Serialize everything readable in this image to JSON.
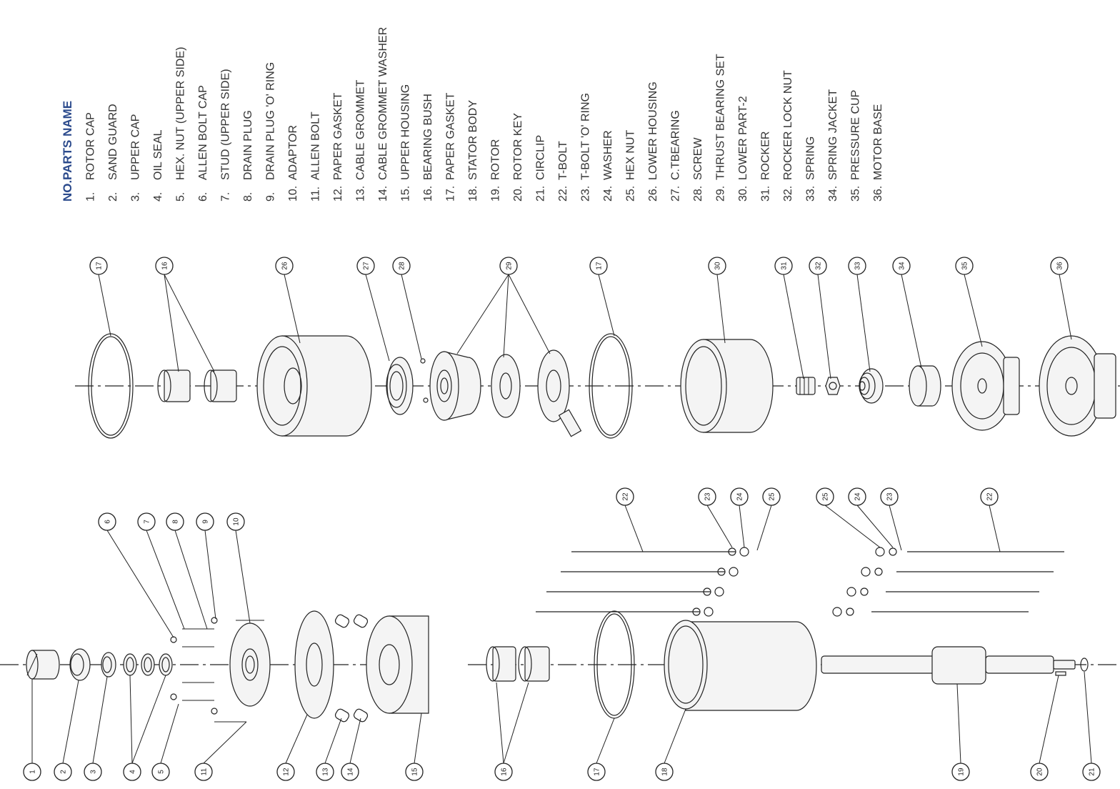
{
  "parts_list": {
    "header_no": "NO.",
    "header_name": "PARTS NAME",
    "items": [
      {
        "no": "1.",
        "name": "ROTOR CAP"
      },
      {
        "no": "2.",
        "name": "SAND GUARD"
      },
      {
        "no": "3.",
        "name": "UPPER CAP"
      },
      {
        "no": "4.",
        "name": "OIL SEAL"
      },
      {
        "no": "5.",
        "name": "HEX. NUT (UPPER SIDE)"
      },
      {
        "no": "6.",
        "name": "ALLEN BOLT CAP"
      },
      {
        "no": "7.",
        "name": "STUD (UPPER SIDE)"
      },
      {
        "no": "8.",
        "name": "DRAIN PLUG"
      },
      {
        "no": "9.",
        "name": "DRAIN PLUG 'O' RING"
      },
      {
        "no": "10.",
        "name": "ADAPTOR"
      },
      {
        "no": "11.",
        "name": "ALLEN BOLT"
      },
      {
        "no": "12.",
        "name": "PAPER GASKET"
      },
      {
        "no": "13.",
        "name": "CABLE GROMMET"
      },
      {
        "no": "14.",
        "name": "CABLE GROMMET WASHER"
      },
      {
        "no": "15.",
        "name": "UPPER HOUSING"
      },
      {
        "no": "16.",
        "name": "BEARING BUSH"
      },
      {
        "no": "17.",
        "name": "PAPER GASKET"
      },
      {
        "no": "18.",
        "name": "STATOR BODY"
      },
      {
        "no": "19.",
        "name": "ROTOR"
      },
      {
        "no": "20.",
        "name": "ROTOR KEY"
      },
      {
        "no": "21.",
        "name": "CIRCLIP"
      },
      {
        "no": "22.",
        "name": "T-BOLT"
      },
      {
        "no": "23.",
        "name": "T-BOLT 'O' RING"
      },
      {
        "no": "24.",
        "name": "WASHER"
      },
      {
        "no": "25.",
        "name": "HEX NUT"
      },
      {
        "no": "26.",
        "name": "LOWER HOUSING"
      },
      {
        "no": "27.",
        "name": "C.TBEARING"
      },
      {
        "no": "28.",
        "name": "SCREW"
      },
      {
        "no": "29.",
        "name": "THRUST BEARING SET"
      },
      {
        "no": "30.",
        "name": "LOWER PART-2"
      },
      {
        "no": "31.",
        "name": "ROCKER"
      },
      {
        "no": "32.",
        "name": "ROCKER LOCK NUT"
      },
      {
        "no": "33.",
        "name": "SPRING"
      },
      {
        "no": "34.",
        "name": "SPRING JACKET"
      },
      {
        "no": "35.",
        "name": "PRESSURE CUP"
      },
      {
        "no": "36.",
        "name": "MOTOR BASE"
      }
    ]
  },
  "callouts": {
    "upper_row": [
      "17",
      "16",
      "26",
      "27",
      "28",
      "29",
      "17",
      "30",
      "31",
      "32",
      "33",
      "34",
      "35",
      "36"
    ],
    "lower_left_top": [
      "6",
      "7",
      "8",
      "9",
      "10"
    ],
    "lower_left_bottom": [
      "1",
      "2",
      "3",
      "4",
      "5",
      "11",
      "12",
      "13",
      "14",
      "15"
    ],
    "lower_right_top": [
      "22",
      "23",
      "24",
      "25",
      "25",
      "24",
      "23",
      "22"
    ],
    "lower_right_bottom": [
      "16",
      "17",
      "18",
      "19",
      "20",
      "21"
    ]
  },
  "colors": {
    "header": "#2b4a8c",
    "text": "#333333",
    "line": "#222222"
  }
}
